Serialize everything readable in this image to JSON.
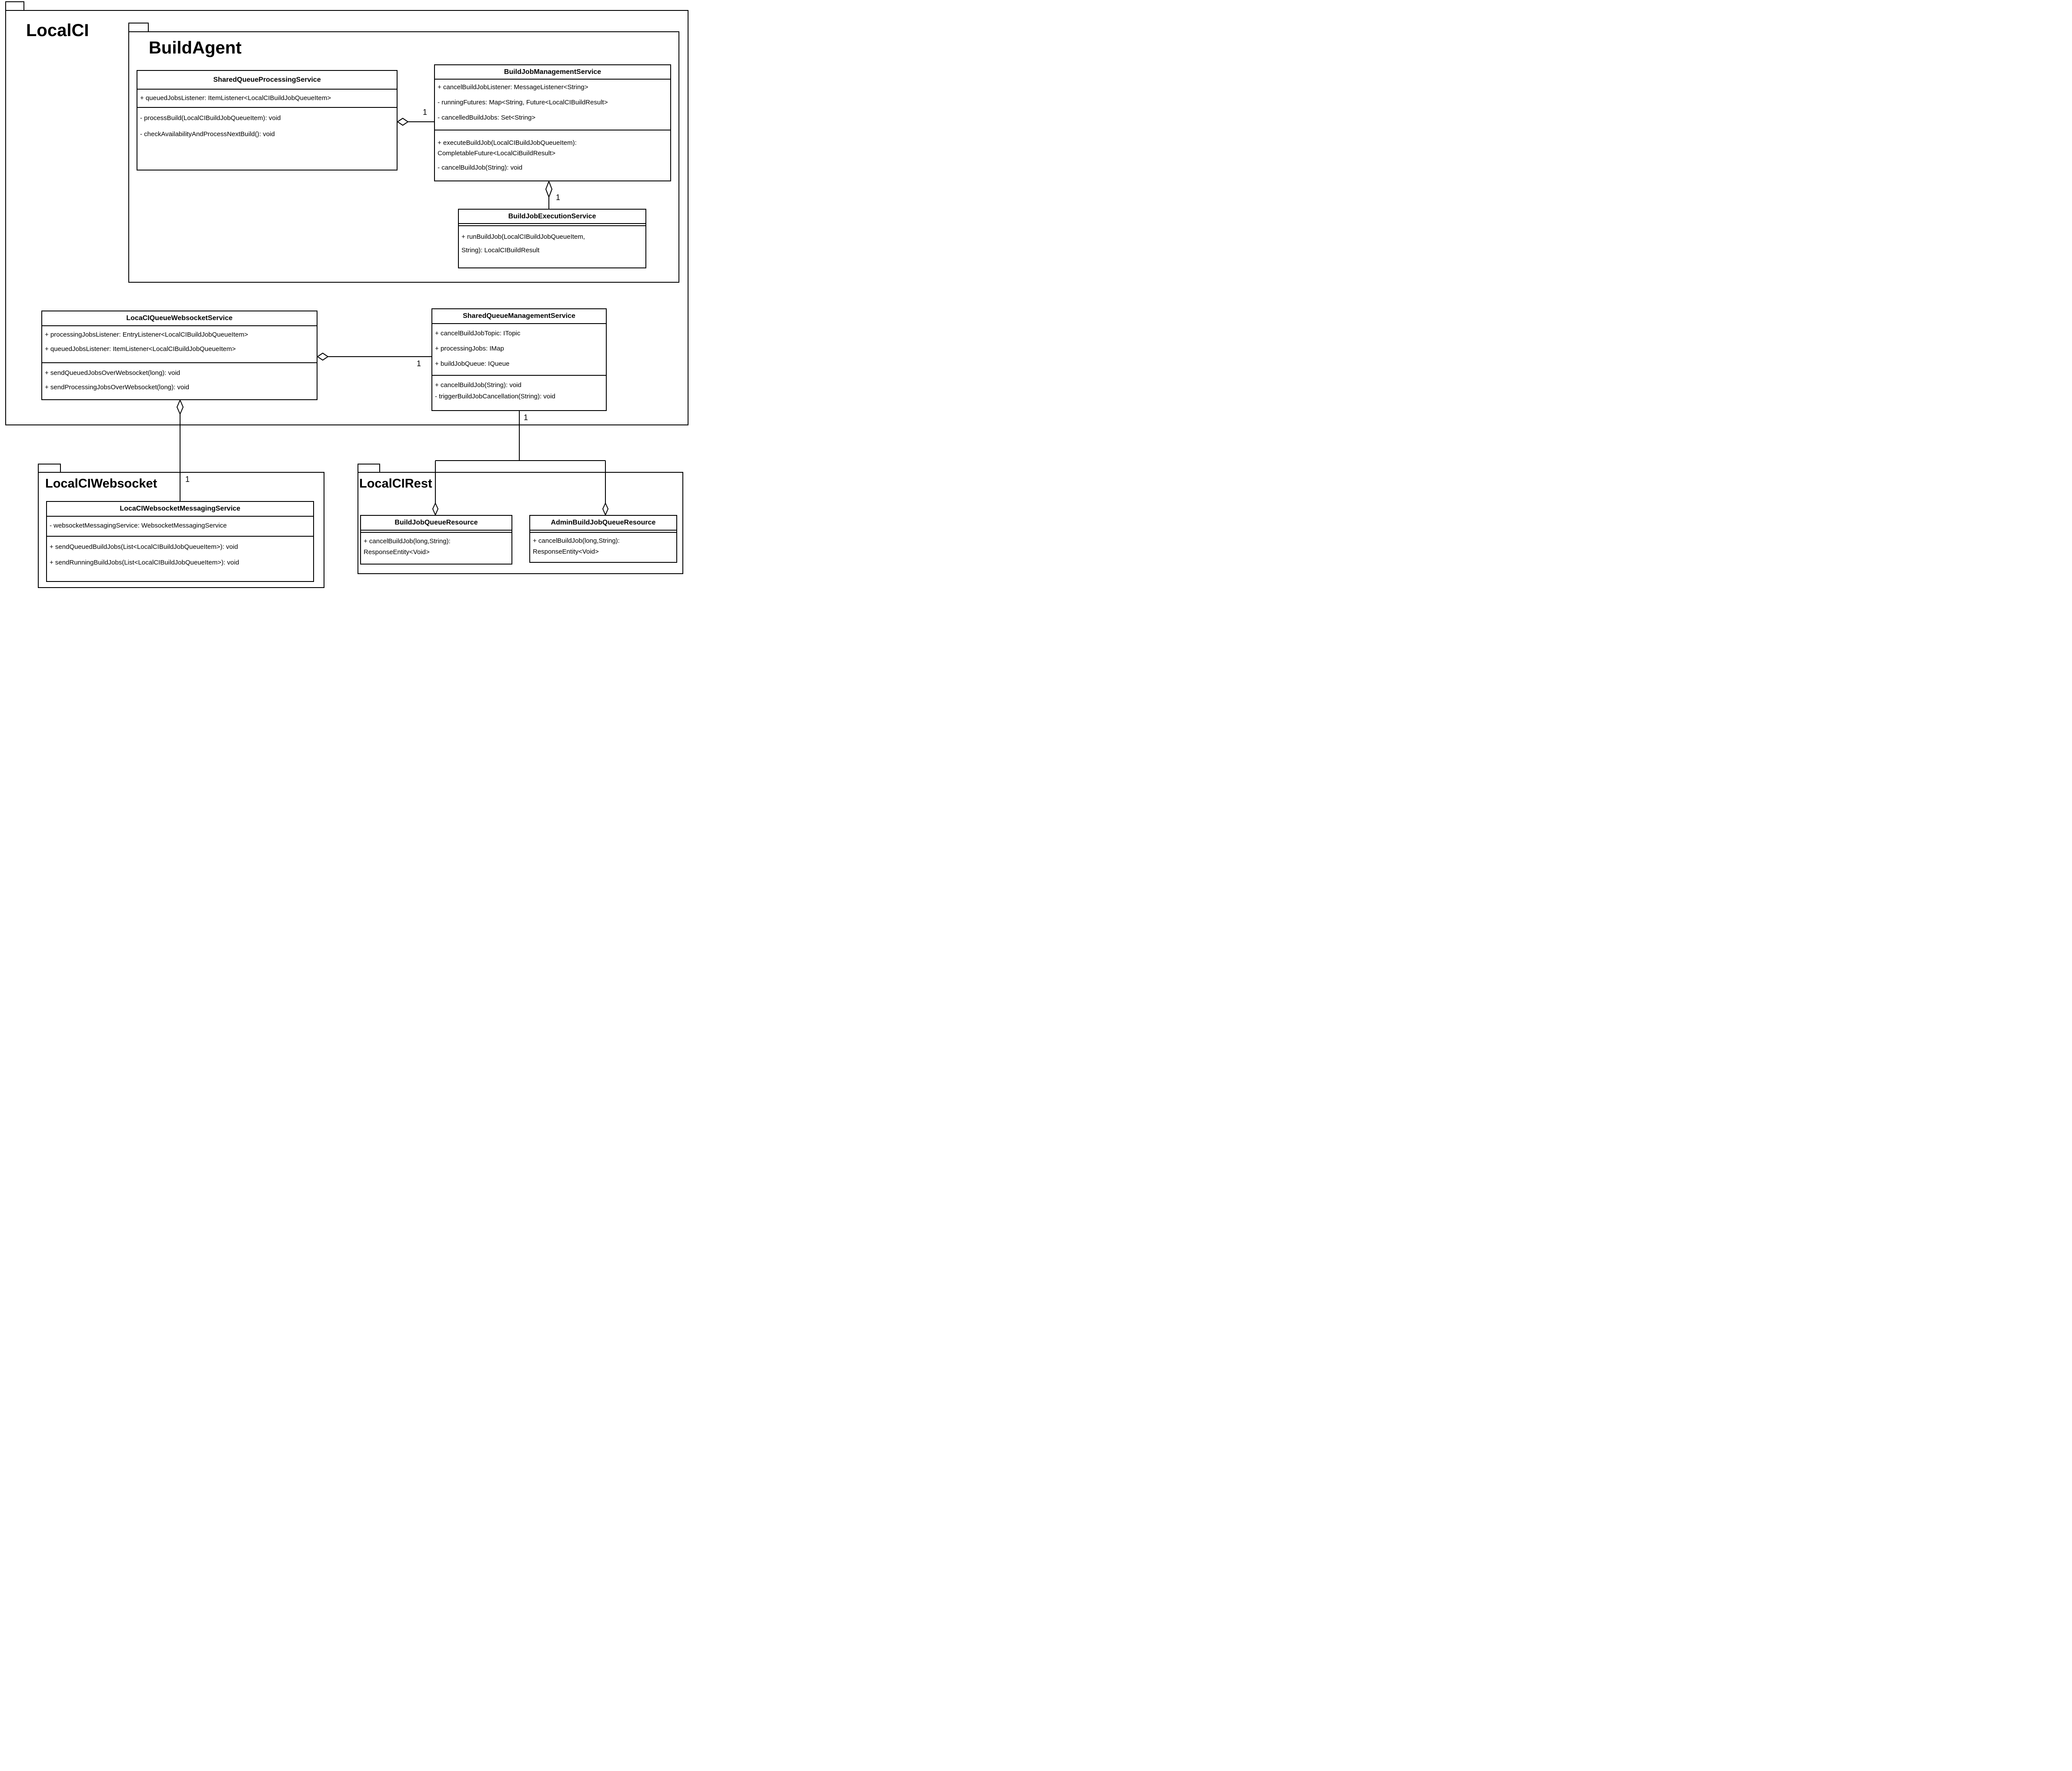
{
  "diagram": {
    "packages": {
      "localci": {
        "label": "LocalCI"
      },
      "buildagent": {
        "label": "BuildAgent"
      },
      "websocket": {
        "label": "LocalCIWebsocket"
      },
      "rest": {
        "label": "LocalCIRest"
      }
    },
    "classes": {
      "sqps": {
        "title": "SharedQueueProcessingService",
        "attribute_lines": [
          "+ queuedJobsListener: ItemListener<LocalCIBuildJobQueueItem>"
        ],
        "method_lines": [
          "- processBuild(LocalCIBuildJobQueueItem): void",
          "- checkAvailabilityAndProcessNextBuild(): void"
        ]
      },
      "bjms": {
        "title": "BuildJobManagementService",
        "attribute_lines": [
          "+ cancelBuildJobListener: MessageListener<String>",
          "- runningFutures: Map<String, Future<LocalCIBuildResult>",
          "- cancelledBuildJobs: Set<String>"
        ],
        "method_lines": [
          "+ executeBuildJob(LocalCIBuildJobQueueItem):",
          "CompletableFuture<LocalCiBuildResult>",
          "- cancelBuildJob(String): void"
        ]
      },
      "bjes": {
        "title": "BuildJobExecutionService",
        "attribute_lines": [],
        "method_lines": [
          "+ runBuildJob(LocalCIBuildJobQueueItem,",
          "String): LocalCIBuildResult"
        ]
      },
      "lqws": {
        "title": "LocaCIQueueWebsocketService",
        "attribute_lines": [
          "+ processingJobsListener: EntryListener<LocalCIBuildJobQueueItem>",
          "+ queuedJobsListener: ItemListener<LocalCIBuildJobQueueItem>"
        ],
        "method_lines": [
          "+ sendQueuedJobsOverWebsocket(long): void",
          "+ sendProcessingJobsOverWebsocket(long): void"
        ]
      },
      "sqms": {
        "title": "SharedQueueManagementService",
        "attribute_lines": [
          "+ cancelBuildJobTopic: ITopic",
          "+ processingJobs: IMap",
          "+ buildJobQueue: IQueue"
        ],
        "method_lines": [
          "+ cancelBuildJob(String): void",
          "- triggerBuildJobCancellation(String): void"
        ]
      },
      "lwms": {
        "title": "LocaCIWebsocketMessagingService",
        "attribute_lines": [
          "- websocketMessagingService: WebsocketMessagingService"
        ],
        "method_lines": [
          "+ sendQueuedBuildJobs(List<LocalCIBuildJobQueueItem>): void",
          "+ sendRunningBuildJobs(List<LocalCIBuildJobQueueItem>): void"
        ]
      },
      "bjqr": {
        "title": "BuildJobQueueResource",
        "attribute_lines": [],
        "method_lines": [
          "+ cancelBuildJob(long,String):",
          "ResponseEntity<Void>"
        ]
      },
      "abjqr": {
        "title": "AdminBuildJobQueueResource",
        "attribute_lines": [],
        "method_lines": [
          "+ cancelBuildJob(long,String):",
          "ResponseEntity<Void>"
        ]
      }
    },
    "multiplicities": {
      "m1": "1",
      "m2": "1",
      "m3": "1",
      "m4": "1",
      "m5": "1"
    },
    "colors": {
      "stroke": "#000000",
      "background": "#ffffff"
    }
  }
}
